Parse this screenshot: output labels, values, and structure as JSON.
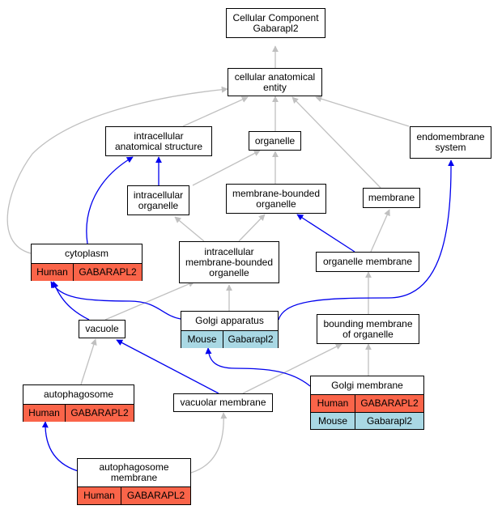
{
  "colors": {
    "human": "#fa6449",
    "mouse": "#a9d8e4",
    "edge_gray": "#c0c0c0",
    "edge_blue": "#0000ee"
  },
  "nodes": {
    "root": {
      "line1": "Cellular Component",
      "line2": "Gabarapl2"
    },
    "cae": {
      "line1": "cellular anatomical",
      "line2": "entity"
    },
    "ias": {
      "line1": "intracellular",
      "line2": "anatomical structure"
    },
    "organelle": {
      "line1": "organelle"
    },
    "endomembrane": {
      "line1": "endomembrane",
      "line2": "system"
    },
    "intracellular_organelle": {
      "line1": "intracellular",
      "line2": "organelle"
    },
    "mbo": {
      "line1": "membrane-bounded",
      "line2": "organelle"
    },
    "membrane": {
      "line1": "membrane"
    },
    "imbo": {
      "line1": "intracellular",
      "line2": "membrane-bounded",
      "line3": "organelle"
    },
    "organelle_membrane": {
      "line1": "organelle membrane"
    },
    "vacuole": {
      "line1": "vacuole"
    },
    "bounding": {
      "line1": "bounding membrane",
      "line2": "of organelle"
    },
    "vacuolar_membrane": {
      "line1": "vacuolar membrane"
    }
  },
  "table_nodes": {
    "cytoplasm": {
      "title": "cytoplasm",
      "rows": [
        {
          "species": "Human",
          "gene": "GABARAPL2"
        }
      ]
    },
    "golgi": {
      "title": "Golgi apparatus",
      "rows": [
        {
          "species": "Mouse",
          "gene": "Gabarapl2"
        }
      ]
    },
    "autophagosome": {
      "title": "autophagosome",
      "rows": [
        {
          "species": "Human",
          "gene": "GABARAPL2"
        }
      ]
    },
    "golgi_membrane": {
      "title": "Golgi membrane",
      "rows": [
        {
          "species": "Human",
          "gene": "GABARAPL2"
        },
        {
          "species": "Mouse",
          "gene": "Gabarapl2"
        }
      ]
    },
    "autophagosome_membrane": {
      "title_line1": "autophagosome",
      "title_line2": "membrane",
      "rows": [
        {
          "species": "Human",
          "gene": "GABARAPL2"
        }
      ]
    }
  },
  "edges": [
    {
      "from": "cellular anatomical entity",
      "to": "Cellular Component Gabarapl2",
      "kind": "gray"
    },
    {
      "from": "intracellular anatomical structure",
      "to": "cellular anatomical entity",
      "kind": "gray"
    },
    {
      "from": "organelle",
      "to": "cellular anatomical entity",
      "kind": "gray"
    },
    {
      "from": "endomembrane system",
      "to": "cellular anatomical entity",
      "kind": "gray"
    },
    {
      "from": "membrane",
      "to": "cellular anatomical entity",
      "kind": "gray"
    },
    {
      "from": "cytoplasm",
      "to": "cellular anatomical entity",
      "kind": "gray"
    },
    {
      "from": "intracellular organelle",
      "to": "intracellular anatomical structure",
      "kind": "blue"
    },
    {
      "from": "intracellular organelle",
      "to": "organelle",
      "kind": "gray"
    },
    {
      "from": "membrane-bounded organelle",
      "to": "organelle",
      "kind": "gray"
    },
    {
      "from": "cytoplasm",
      "to": "intracellular anatomical structure",
      "kind": "blue"
    },
    {
      "from": "intracellular membrane-bounded organelle",
      "to": "intracellular organelle",
      "kind": "gray"
    },
    {
      "from": "intracellular membrane-bounded organelle",
      "to": "membrane-bounded organelle",
      "kind": "gray"
    },
    {
      "from": "organelle membrane",
      "to": "membrane-bounded organelle",
      "kind": "blue"
    },
    {
      "from": "organelle membrane",
      "to": "membrane",
      "kind": "gray"
    },
    {
      "from": "Golgi apparatus",
      "to": "endomembrane system",
      "kind": "blue"
    },
    {
      "from": "Golgi apparatus",
      "to": "intracellular membrane-bounded organelle",
      "kind": "gray"
    },
    {
      "from": "Golgi apparatus",
      "to": "cytoplasm",
      "kind": "blue"
    },
    {
      "from": "vacuole",
      "to": "intracellular membrane-bounded organelle",
      "kind": "gray"
    },
    {
      "from": "vacuole",
      "to": "cytoplasm",
      "kind": "blue"
    },
    {
      "from": "bounding membrane of organelle",
      "to": "organelle membrane",
      "kind": "gray"
    },
    {
      "from": "Golgi membrane",
      "to": "bounding membrane of organelle",
      "kind": "gray"
    },
    {
      "from": "Golgi membrane",
      "to": "Golgi apparatus",
      "kind": "blue"
    },
    {
      "from": "autophagosome",
      "to": "vacuole",
      "kind": "gray"
    },
    {
      "from": "vacuolar membrane",
      "to": "vacuole",
      "kind": "blue"
    },
    {
      "from": "vacuolar membrane",
      "to": "bounding membrane of organelle",
      "kind": "gray"
    },
    {
      "from": "autophagosome membrane",
      "to": "autophagosome",
      "kind": "blue"
    },
    {
      "from": "autophagosome membrane",
      "to": "vacuolar membrane",
      "kind": "gray"
    }
  ]
}
